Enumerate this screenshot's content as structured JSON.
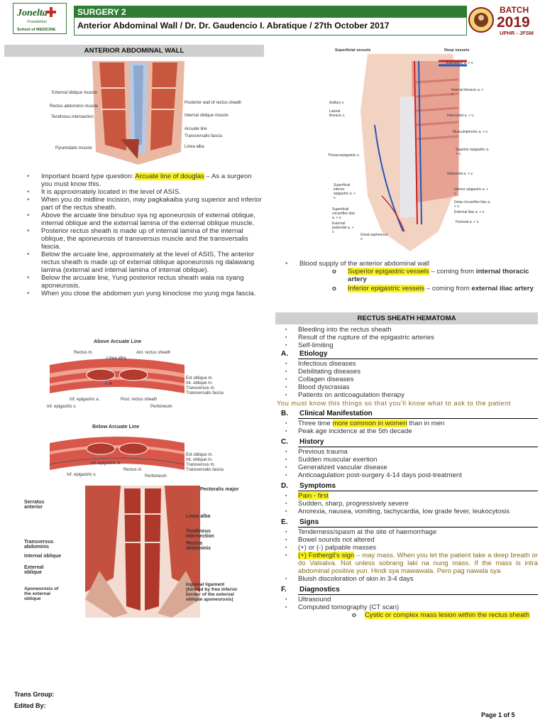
{
  "header": {
    "logo_left_text": "Jonelta",
    "logo_left_foundation": "Foundation",
    "logo_left_school": "School of MEDICINE",
    "course": "SURGERY 2",
    "title": "Anterior Abdominal Wall / Dr. Dr. Gaudencio I. Abratique / 27th October 2017",
    "batch_label": "BATCH",
    "batch_year": "2019",
    "batch_school": "UPHR - JFSM"
  },
  "left": {
    "section_title": "ANTERIOR ABDOMINAL WALL",
    "fig1_labels": {
      "external_oblique": "External oblique muscle",
      "rectus_abdominis": "Rectus abdominis muscle",
      "tendinous": "Tendinous intersection",
      "pyramidalis": "Pyramidalis muscle",
      "posterior_wall": "Posterior wall of rectus sheath",
      "internal_oblique": "Internal oblique muscle",
      "arcuate": "Arcuate line",
      "transversalis": "Transversalis fascia",
      "linea_alba": "Linea alba"
    },
    "bullets": [
      {
        "pre": "Important board type question: ",
        "hl": "Arcuate line of douglas",
        "post": " – As a surgeon you must know this."
      },
      {
        "pre": "It is approximately located in the level of ASIS.",
        "hl": "",
        "post": ""
      },
      {
        "pre": "When you do midline incision, may pagkakaiba yung superior and inferior part of the rectus sheath.",
        "hl": "",
        "post": ""
      },
      {
        "pre": "Above the arcuate line binubuo sya ng aponeurosis of external oblique, internal oblique and the external lamina of the external oblique muscle.",
        "hl": "",
        "post": ""
      },
      {
        "pre": "Posterior rectus sheath is made up of internal lamina of the internal oblique, the aponeurosis of transversus muscle and the transversalis fascia.",
        "hl": "",
        "post": ""
      },
      {
        "pre": "Below the arcuate line, approximately at the level of ASIS, The anterior rectus sheath is made up of external oblique aponeurosis ng dalawang lamina (external and internal lamina of internal oblique).",
        "hl": "",
        "post": ""
      },
      {
        "pre": "Below the arcuate line, Yung posterior rectus sheath wala na syang aponeurosis.",
        "hl": "",
        "post": ""
      },
      {
        "pre": "When you close the abdomen yun yung kinoclose mo yung mga fascia.",
        "hl": "",
        "post": ""
      }
    ],
    "fig2": {
      "title": "Above Arcuate Line",
      "rectus": "Rectus m.",
      "ant_sheath": "Ant. rectus sheath",
      "linea_alba": "Linea alba",
      "ext_oblique": "Ext oblique m.",
      "int_oblique": "Int. oblique m.",
      "transversus": "Transversus m.",
      "transversalis": "Transversalis fascia",
      "inf_epigastric_a": "Inf. epigastric a.",
      "post_sheath": "Post. rectus sheath",
      "inf_epigastric_v": "Inf. epigastric v.",
      "peritoneum": "Peritoneum"
    },
    "fig3": {
      "title": "Below Arcuate Line",
      "ext_oblique": "Ext oblique m.",
      "int_oblique": "Int. oblique m.",
      "inf_epigastric_a": "Inf. epigastric a.",
      "transversus": "Transversus m.",
      "rectus": "Rectus m.",
      "transversalis": "Transversalis fascia",
      "inf_epigastric_v": "Inf. epigastric v.",
      "peritoneum": "Peritoneum"
    },
    "fig4": {
      "serratus": "Serratus anterior",
      "pectoralis": "Pectoralis major",
      "linea_alba": "Linea alba",
      "tendinous": "Tendinous intersection",
      "rectus": "Rectus abdominis",
      "transversus": "Transversus abdominis",
      "internal_oblique": "Internal oblique",
      "external_oblique": "External oblique",
      "aponeurosis": "Aponeurosis of the external oblique",
      "inguinal": "Inguinal ligament (formed by free inferior border of the external oblique aponeurosis)"
    }
  },
  "right": {
    "fig5": {
      "superficial": "Superficial vessels",
      "deep": "Deep vessels",
      "subclavian": "Subclavian a. + v.",
      "internal_thoracic": "Internal thoracic a. + v.",
      "axillary": "Axillary v.",
      "lateral_thoracic": "Lateral thoracic v.",
      "intercostal": "Intercostal a. + v.",
      "musculophrenic": "Musculophrenic a. + v.",
      "thoracoepigastric": "Thoracoepigastric v.",
      "superior_epigastric": "Superior epigastric a. + v.",
      "subcostal": "Subcostal a. + v.",
      "superficial_inferior_epigastric": "Superficial inferior epigastric a. + v.",
      "inferior_epigastric": "Inferior epigastric a. + v.",
      "superficial_circumflex": "Superficial circumflex iliac a. + v.",
      "deep_circumflex": "Deep circumflex iliac a. + v.",
      "external_iliac": "External iliac a. + v.",
      "external_pudendal": "External pudendal a. + v.",
      "great_saphenous": "Great saphenous v.",
      "femoral": "Femoral a. + v."
    },
    "blood_supply": "Blood supply of the anterior abdominal wall",
    "sup_epi_hl": "Superior epigastric vessels",
    "sup_epi_mid": " – coming from ",
    "sup_epi_bold": "internal thoracic artery",
    "inf_epi_hl": "Inferior epigastric vessels",
    "inf_epi_mid": " – coming from ",
    "inf_epi_bold": "external iliac artery",
    "section_title": "RECTUS SHEATH HEMATOMA",
    "intro": [
      "Bleeding into the rectus sheath",
      "Result of the rupture of the epigastric arteries",
      "Self-limiting"
    ],
    "A_letter": "A.",
    "A_title": "Etiology",
    "etiology": [
      "Infectious diseases",
      "Debilitating diseases",
      "Collagen diseases",
      "Blood dyscrasias",
      "Patients on anticoagulation therapy"
    ],
    "note": "You must know this things so that you'll know what to ask to the patient",
    "B_letter": "B.",
    "B_title": "Clinical Manifestation",
    "cm1_pre": "Three time ",
    "cm1_hl": "more common in women",
    "cm1_post": " than in men",
    "cm2": "Peak age incidence at the 5th decade",
    "C_letter": "C.",
    "C_title": "History",
    "history": [
      "Previous trauma",
      "Sudden muscular exertion",
      "Generalized vascular disease",
      "Anticoagulation post-surgery 4-14 days post-treatment"
    ],
    "D_letter": "D.",
    "D_title": "Symptoms",
    "sym1_hl": "Pain - first",
    "sym2": "Sudden, sharp, progressively severe",
    "sym3": "Anorexia, nausea, vomiting, tachycardia, low grade fever, leukocytosis",
    "E_letter": "E.",
    "E_title": "Signs",
    "sign1": "Tenderness/spasm at the site of haemorrhage",
    "sign2": "Bowel sounds not altered",
    "sign3": "(+) or (-) palpable masses",
    "sign4_hl": "(+) Fothergil's sign",
    "sign4_post": " – may mass. When you let the patient take a deep breath or do Valsalva. Not unless sobrang laki na nung mass. If the mass is intra abdominal positive yun. Hindi sya mawawala. Pero pag nawala sya",
    "sign5": "Bluish discoloration of skin in 3-4 days",
    "F_letter": "F.",
    "F_title": "Diagnostics",
    "diag1": "Ultrasound",
    "diag2": "Computed tomography (CT scan)",
    "diag_sub_hl": "Cystic or complex mass lesion within the rectus sheath"
  },
  "footer": {
    "trans_group": "Trans Group:",
    "edited_by": "Edited By:",
    "page": "Page 1 of 5"
  }
}
